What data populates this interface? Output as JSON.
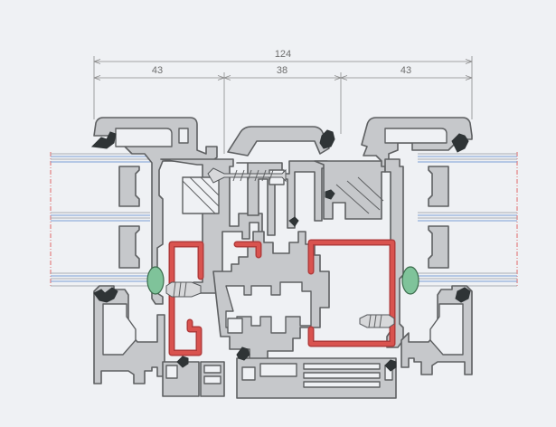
{
  "dimensions": {
    "total": "124",
    "left": "43",
    "middle": "38",
    "right": "43"
  },
  "colors": {
    "background": "#eff1f4",
    "profile_fill": "#c6c8cb",
    "profile_stroke": "#5e6062",
    "steel_reinforcement": "#b13b3b",
    "gasket": "#7fc39a",
    "glass_line": "#7b9fd6"
  }
}
